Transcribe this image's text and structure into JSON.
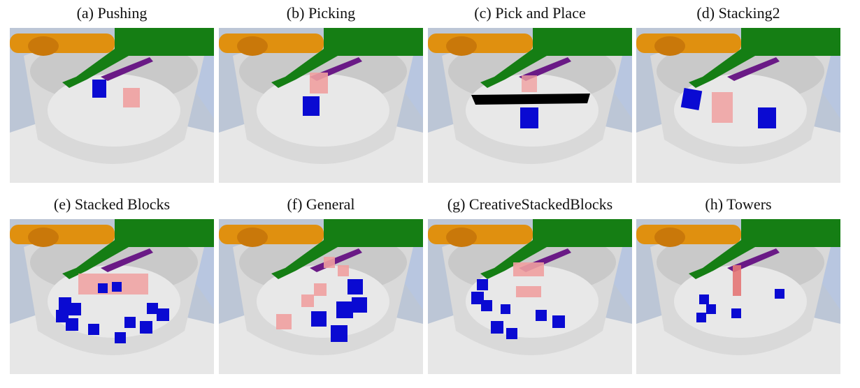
{
  "figure": {
    "panels": [
      {
        "caption": "(a) Pushing"
      },
      {
        "caption": "(b) Picking"
      },
      {
        "caption": "(c) Pick and Place"
      },
      {
        "caption": "(d) Stacking2"
      },
      {
        "caption": "(e) Stacked Blocks"
      },
      {
        "caption": "(f) General"
      },
      {
        "caption": "(g) CreativeStackedBlocks"
      },
      {
        "caption": "(h) Towers"
      }
    ],
    "colors": {
      "robot_orange": "#e0900f",
      "robot_green": "#157e14",
      "robot_purple": "#6a1a86",
      "bowl": "#d9d9d9",
      "floor": "#e7e7e7",
      "target_block": "#f0a0a0",
      "blue_block": "#0a0ad2",
      "barrier": "#000000"
    }
  }
}
